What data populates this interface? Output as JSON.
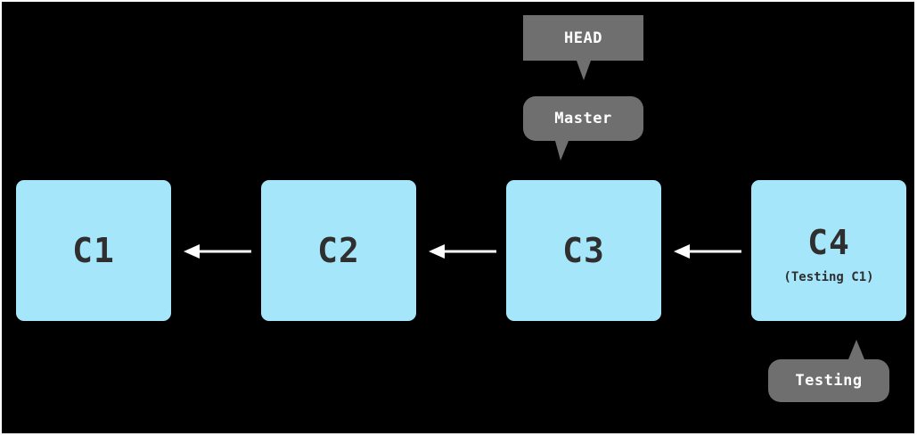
{
  "commits": [
    {
      "id": "C1",
      "note": ""
    },
    {
      "id": "C2",
      "note": ""
    },
    {
      "id": "C3",
      "note": ""
    },
    {
      "id": "C4",
      "note": "(Testing C1)"
    }
  ],
  "pointers": {
    "head": "HEAD",
    "master": "Master",
    "testing": "Testing"
  },
  "colors": {
    "background": "#000000",
    "commit_fill": "#a6e6fb",
    "commit_text": "#2f2f2f",
    "label_fill": "#6f6f6f",
    "label_text": "#ffffff",
    "arrow": "#ffffff"
  }
}
